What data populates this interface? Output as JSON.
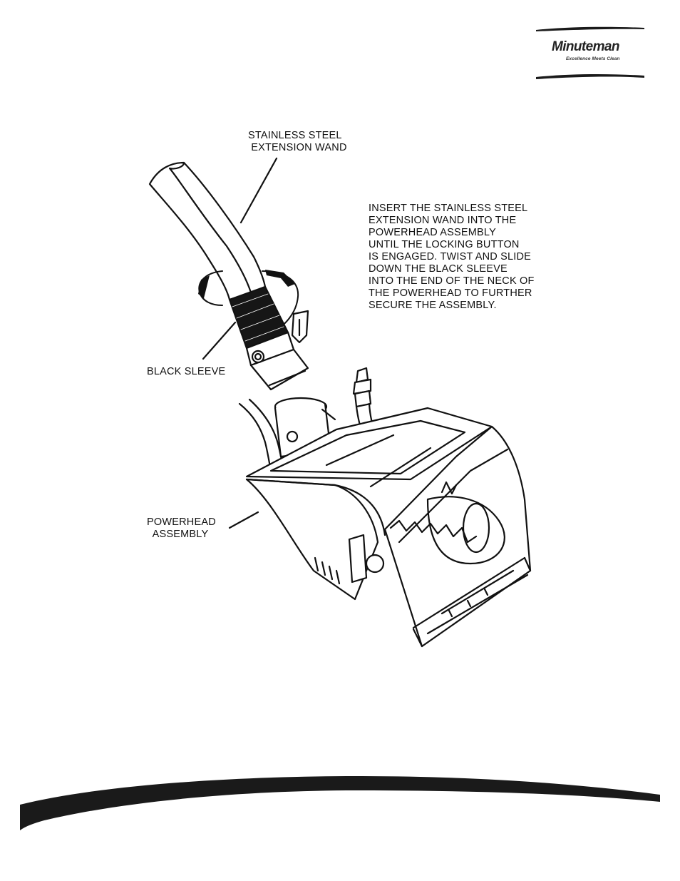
{
  "brand": {
    "name": "Minuteman",
    "tagline": "Excellence Meets Clean"
  },
  "callouts": {
    "wand": "STAINLESS STEEL\n EXTENSION WAND",
    "sleeve": "BLACK SLEEVE",
    "powerhead": "POWERHEAD\n  ASSEMBLY"
  },
  "instruction": {
    "lines": [
      "INSERT THE STAINLESS STEEL",
      "EXTENSION WAND INTO THE",
      "POWERHEAD ASSEMBLY",
      "UNTIL THE LOCKING BUTTON",
      "IS ENGAGED. TWIST AND SLIDE",
      "DOWN THE BLACK SLEEVE",
      "INTO THE END OF THE NECK OF",
      "THE POWERHEAD TO FURTHER",
      "SECURE THE ASSEMBLY."
    ]
  },
  "colors": {
    "ink": "#111111",
    "swoosh": "#1a1a1a",
    "paper": "#ffffff"
  }
}
